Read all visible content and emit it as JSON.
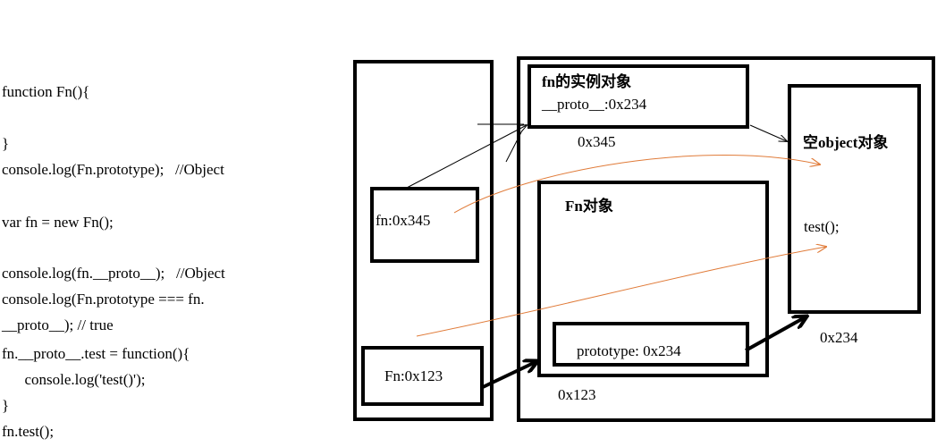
{
  "code_lines": [
    "function Fn(){",
    "",
    "}",
    "console.log(Fn.prototype);   //Object",
    "",
    "var fn = new Fn();",
    "",
    "console.log(fn.__proto__);   //Object",
    "console.log(Fn.prototype === fn.",
    "__proto__); // true",
    "fn.__proto__.test = function(){",
    "      console.log('test()');",
    "}",
    "fn.test();"
  ],
  "stack": {
    "fn_var": "fn:0x345",
    "Fn_var": "Fn:0x123"
  },
  "heap": {
    "instance": {
      "title": "fn的实例对象",
      "proto": "__proto__:0x234",
      "address": "0x345"
    },
    "fn_object": {
      "title": "Fn对象",
      "prototype": "prototype: 0x234",
      "address": "0x123"
    },
    "empty_object": {
      "title": "空object对象",
      "method": "test();",
      "address": "0x234"
    }
  },
  "colors": {
    "box": "#000000",
    "thin_arrow": "#000000",
    "orange_arrow": "#e07b39"
  }
}
